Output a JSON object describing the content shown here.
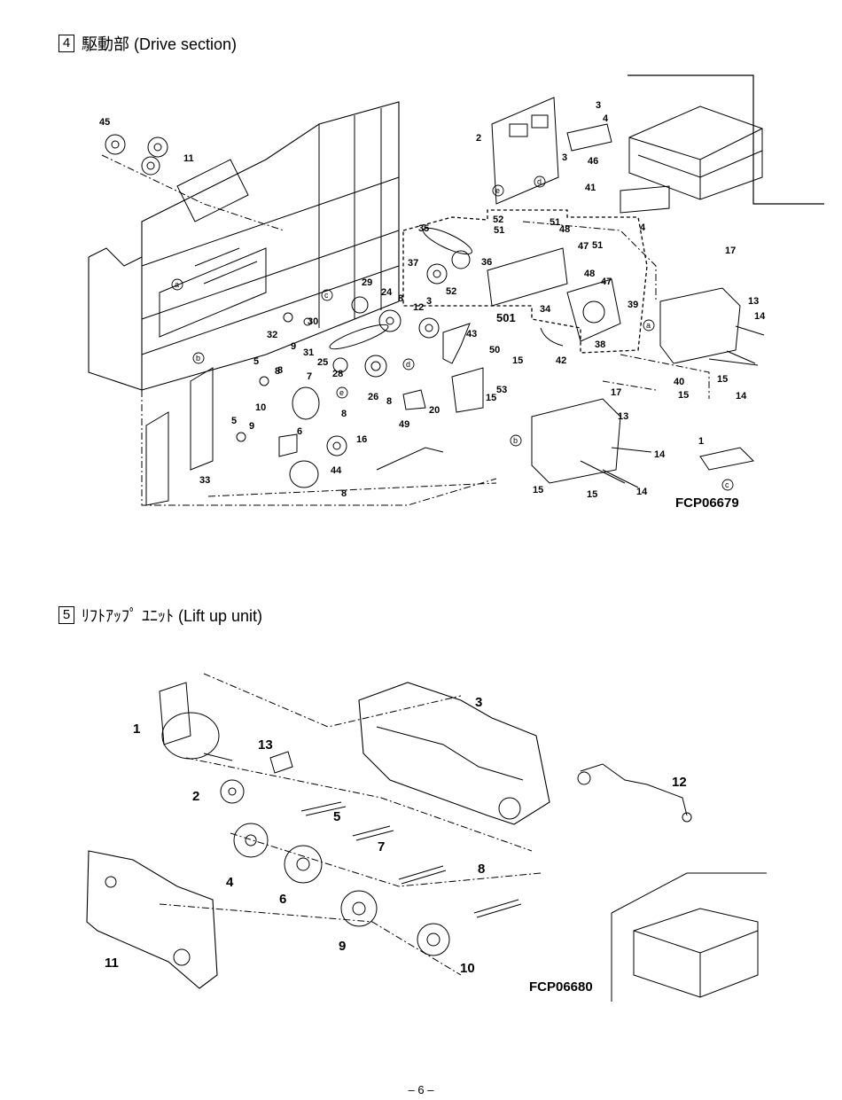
{
  "page": {
    "number": "– 6 –"
  },
  "sections": [
    {
      "number": "4",
      "title": "駆動部 (Drive section)",
      "figure_code": "FCP06679",
      "part_labels": [
        "45",
        "11",
        "2",
        "3",
        "4",
        "3",
        "46",
        "41",
        "4",
        "35",
        "52",
        "51",
        "51",
        "48",
        "47",
        "51",
        "37",
        "36",
        "52",
        "48",
        "47",
        "29",
        "24",
        "8",
        "12",
        "3",
        "501",
        "34",
        "39",
        "17",
        "13",
        "14",
        "32",
        "30",
        "9",
        "31",
        "25",
        "43",
        "38",
        "42",
        "28",
        "50",
        "15",
        "8",
        "53",
        "5",
        "8",
        "7",
        "26",
        "8",
        "20",
        "40",
        "15",
        "15",
        "14",
        "17",
        "10",
        "8",
        "49",
        "15",
        "13",
        "5",
        "9",
        "6",
        "16",
        "14",
        "33",
        "44",
        "8",
        "1",
        "15",
        "15",
        "14"
      ],
      "circle_refs": [
        "a",
        "b",
        "c",
        "d",
        "e",
        "e",
        "d",
        "a",
        "b",
        "c"
      ]
    },
    {
      "number": "5",
      "title": "ﾘﾌﾄｱｯﾌﾟ ﾕﾆｯﾄ (Lift up unit)",
      "figure_code": "FCP06680",
      "part_labels": [
        "1",
        "3",
        "13",
        "12",
        "2",
        "5",
        "7",
        "4",
        "6",
        "8",
        "11",
        "9",
        "10"
      ]
    }
  ]
}
